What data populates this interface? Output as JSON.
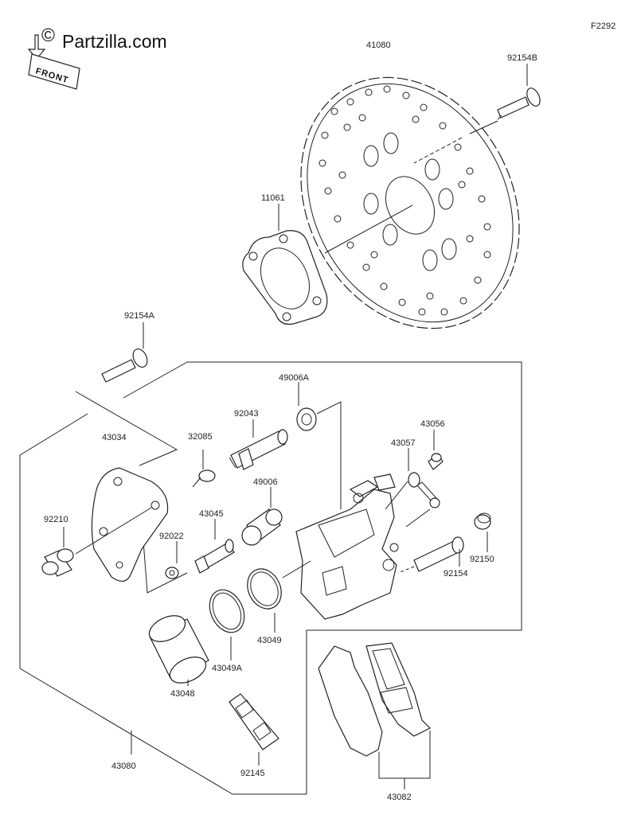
{
  "watermark": {
    "copyright": "©",
    "text": "Partzilla.com",
    "front_label": "FRONT"
  },
  "figure_code": "F2292",
  "labels": {
    "l41080": "41080",
    "l92154B": "92154B",
    "l11061": "11061",
    "l92154A": "92154A",
    "l49006A": "49006A",
    "l92043": "92043",
    "l43034": "43034",
    "l32085": "32085",
    "l43056": "43056",
    "l43057": "43057",
    "l49006": "49006",
    "l92210": "92210",
    "l43045": "43045",
    "l92022": "92022",
    "l92150": "92150",
    "l92154": "92154",
    "l43049": "43049",
    "l43049A": "43049A",
    "l43048": "43048",
    "l43080": "43080",
    "l92145": "92145",
    "l43082": "43082"
  }
}
